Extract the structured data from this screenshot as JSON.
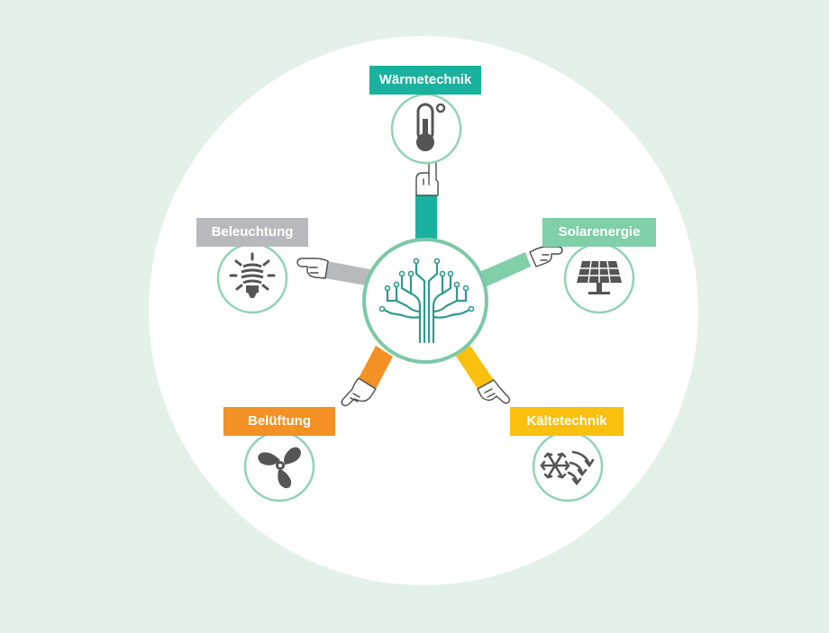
{
  "categories": [
    {
      "id": "waerme",
      "label": "Wärmetechnik",
      "icon": "thermometer-icon",
      "color": "#1bb19f"
    },
    {
      "id": "solar",
      "label": "Solarenergie",
      "icon": "solar-panel-icon",
      "color": "#7fcfa9"
    },
    {
      "id": "beleuchtung",
      "label": "Beleuchtung",
      "icon": "light-bulb-icon",
      "color": "#b8b9bc"
    },
    {
      "id": "belueftung",
      "label": "Belüftung",
      "icon": "fan-icon",
      "color": "#f39124"
    },
    {
      "id": "kaelte",
      "label": "Kältetechnik",
      "icon": "snowflake-icon",
      "color": "#f9c00f"
    }
  ],
  "center": {
    "icon": "circuit-tree-icon",
    "color": "#7cc8a6"
  },
  "colors": {
    "background": "#e3f1e8",
    "disc": "#ffffff",
    "icon_ring": "#8fd3b3",
    "icon": "#555555"
  }
}
